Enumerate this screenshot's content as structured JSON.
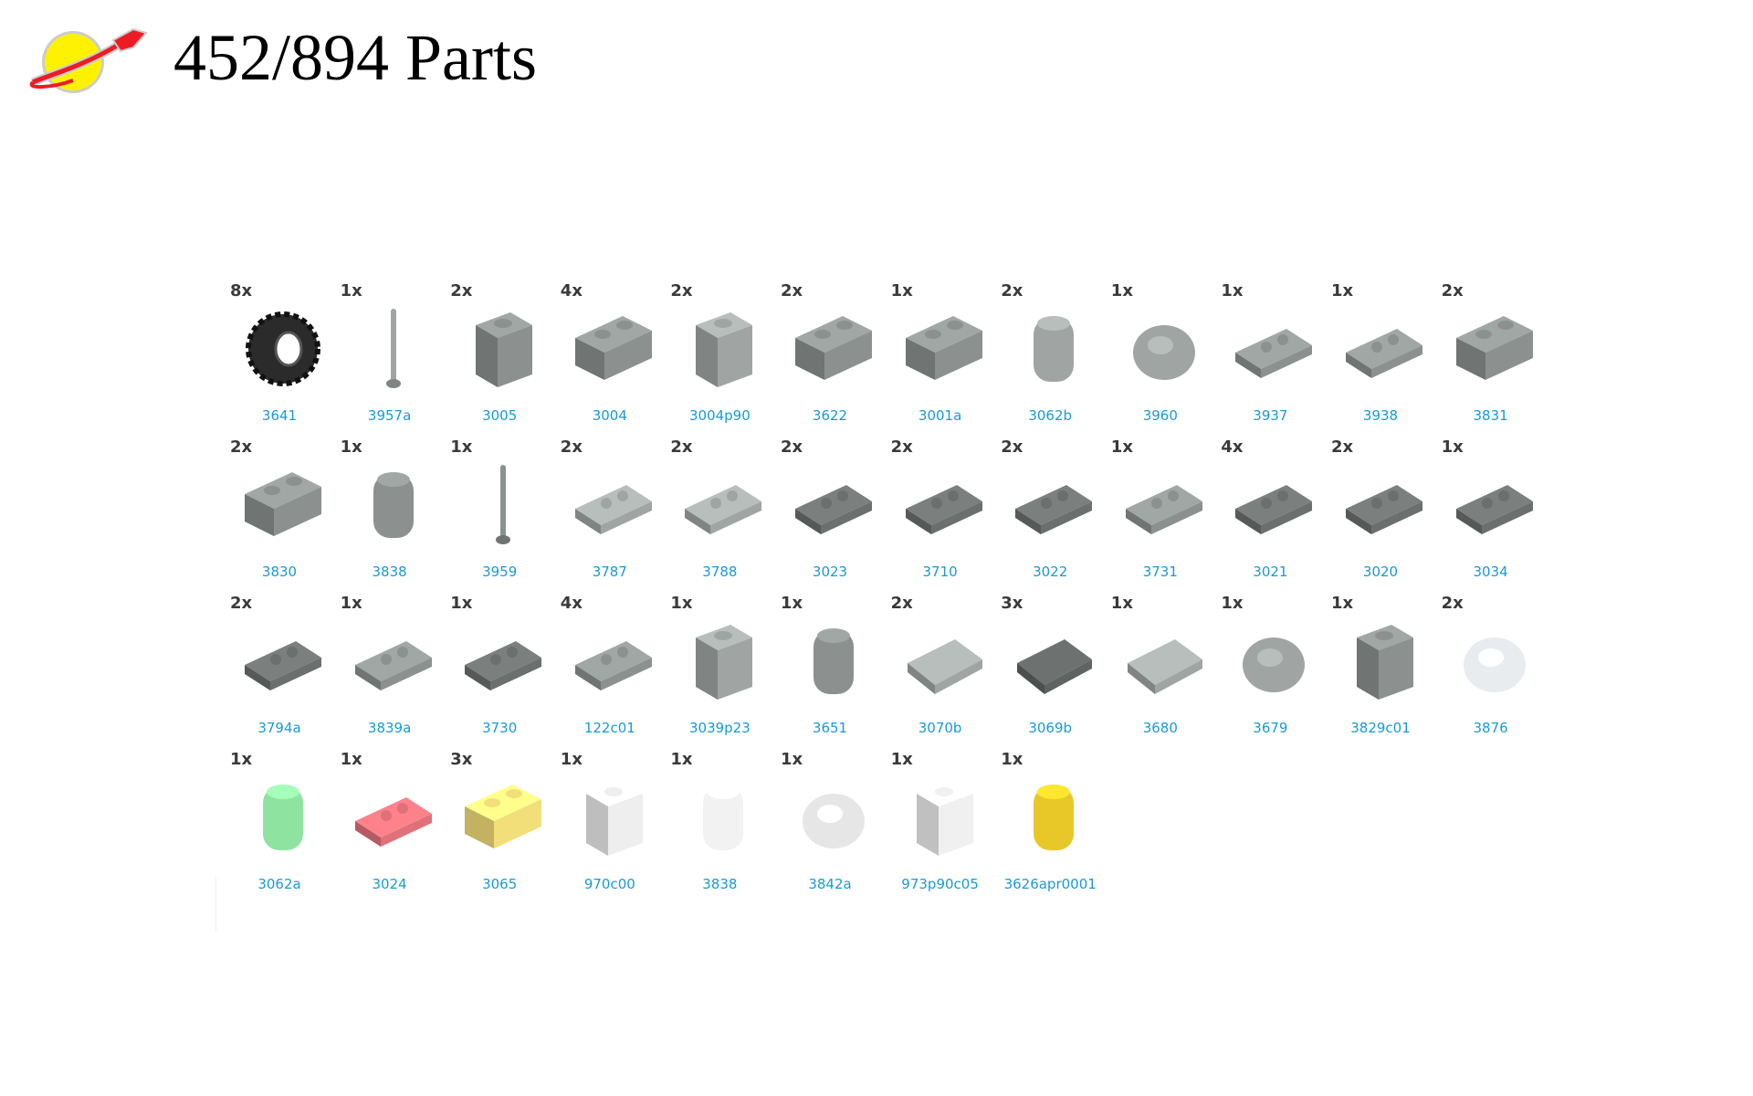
{
  "header": {
    "title": "452/894 Parts",
    "logo": "classic-space-logo"
  },
  "colors": {
    "link": "#1a9ad6",
    "qty": "#3a3a3a"
  },
  "parts": [
    {
      "qty": "8x",
      "id": "3641",
      "color": "#2b2b2b",
      "shape": "tire"
    },
    {
      "qty": "1x",
      "id": "3957a",
      "color": "#a0a5a3",
      "shape": "antenna"
    },
    {
      "qty": "2x",
      "id": "3005",
      "color": "#8c918f",
      "shape": "brick1"
    },
    {
      "qty": "4x",
      "id": "3004",
      "color": "#8c918f",
      "shape": "brick"
    },
    {
      "qty": "2x",
      "id": "3004p90",
      "color": "#a0a5a3",
      "shape": "brick1"
    },
    {
      "qty": "2x",
      "id": "3622",
      "color": "#8c918f",
      "shape": "brick"
    },
    {
      "qty": "1x",
      "id": "3001a",
      "color": "#8c918f",
      "shape": "brick"
    },
    {
      "qty": "2x",
      "id": "3062b",
      "color": "#a0a5a3",
      "shape": "round"
    },
    {
      "qty": "1x",
      "id": "3960",
      "color": "#a0a5a3",
      "shape": "dish"
    },
    {
      "qty": "1x",
      "id": "3937",
      "color": "#8c918f",
      "shape": "plate"
    },
    {
      "qty": "1x",
      "id": "3938",
      "color": "#8c918f",
      "shape": "plate"
    },
    {
      "qty": "2x",
      "id": "3831",
      "color": "#8c918f",
      "shape": "brick"
    },
    {
      "qty": "2x",
      "id": "3830",
      "color": "#8c918f",
      "shape": "brick"
    },
    {
      "qty": "1x",
      "id": "3838",
      "color": "#8c918f",
      "shape": "round"
    },
    {
      "qty": "1x",
      "id": "3959",
      "color": "#8c918f",
      "shape": "antenna"
    },
    {
      "qty": "2x",
      "id": "3787",
      "color": "#a0a5a3",
      "shape": "plate"
    },
    {
      "qty": "2x",
      "id": "3788",
      "color": "#a0a5a3",
      "shape": "plate"
    },
    {
      "qty": "2x",
      "id": "3023",
      "color": "#6b6f6e",
      "shape": "plate"
    },
    {
      "qty": "2x",
      "id": "3710",
      "color": "#6b6f6e",
      "shape": "plate"
    },
    {
      "qty": "2x",
      "id": "3022",
      "color": "#6b6f6e",
      "shape": "plate"
    },
    {
      "qty": "1x",
      "id": "3731",
      "color": "#8c918f",
      "shape": "plate"
    },
    {
      "qty": "4x",
      "id": "3021",
      "color": "#6b6f6e",
      "shape": "plate"
    },
    {
      "qty": "2x",
      "id": "3020",
      "color": "#6b6f6e",
      "shape": "plate"
    },
    {
      "qty": "1x",
      "id": "3034",
      "color": "#6b6f6e",
      "shape": "plate"
    },
    {
      "qty": "2x",
      "id": "3794a",
      "color": "#6b6f6e",
      "shape": "plate"
    },
    {
      "qty": "1x",
      "id": "3839a",
      "color": "#8c918f",
      "shape": "plate"
    },
    {
      "qty": "1x",
      "id": "3730",
      "color": "#6b6f6e",
      "shape": "plate"
    },
    {
      "qty": "4x",
      "id": "122c01",
      "color": "#8c918f",
      "shape": "plate"
    },
    {
      "qty": "1x",
      "id": "3039p23",
      "color": "#a0a5a3",
      "shape": "brick1"
    },
    {
      "qty": "1x",
      "id": "3651",
      "color": "#8c918f",
      "shape": "round"
    },
    {
      "qty": "2x",
      "id": "3070b",
      "color": "#a0a5a3",
      "shape": "tile"
    },
    {
      "qty": "3x",
      "id": "3069b",
      "color": "#5f6362",
      "shape": "tile"
    },
    {
      "qty": "1x",
      "id": "3680",
      "color": "#a0a5a3",
      "shape": "tile"
    },
    {
      "qty": "1x",
      "id": "3679",
      "color": "#a0a5a3",
      "shape": "dish"
    },
    {
      "qty": "1x",
      "id": "3829c01",
      "color": "#8c918f",
      "shape": "brick1"
    },
    {
      "qty": "2x",
      "id": "3876",
      "color": "#e8ecef",
      "shape": "dish"
    },
    {
      "qty": "1x",
      "id": "3062a",
      "color": "#8fe3a0",
      "shape": "round"
    },
    {
      "qty": "1x",
      "id": "3024",
      "color": "#e0707a",
      "shape": "plate"
    },
    {
      "qty": "3x",
      "id": "3065",
      "color": "#f3df7a",
      "shape": "brick"
    },
    {
      "qty": "1x",
      "id": "970c00",
      "color": "#eeeeee",
      "shape": "brick1"
    },
    {
      "qty": "1x",
      "id": "3838",
      "color": "#f2f2f2",
      "shape": "round"
    },
    {
      "qty": "1x",
      "id": "3842a",
      "color": "#e6e6e6",
      "shape": "dish"
    },
    {
      "qty": "1x",
      "id": "973p90c05",
      "color": "#f0f0f0",
      "shape": "brick1"
    },
    {
      "qty": "1x",
      "id": "3626apr0001",
      "color": "#e8c829",
      "shape": "round"
    }
  ]
}
